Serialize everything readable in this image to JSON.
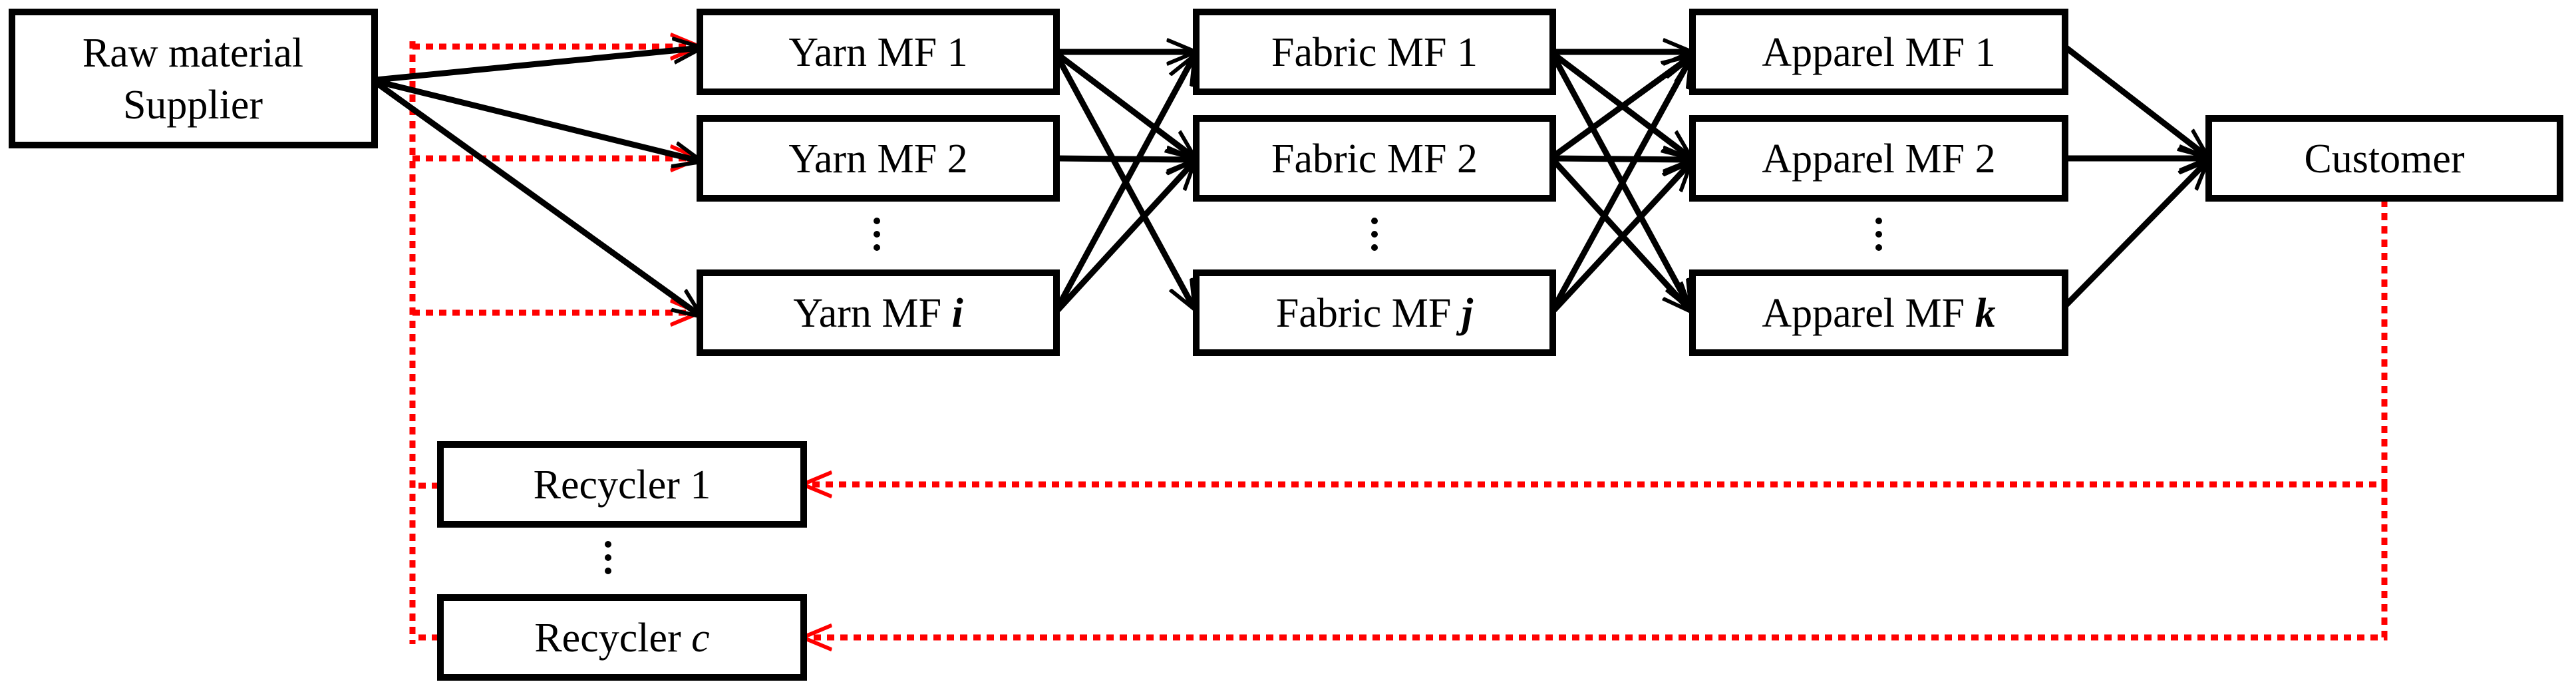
{
  "nodes": {
    "supplier": {
      "line1": "Raw material",
      "line2": "Supplier"
    },
    "yarn_1": {
      "label": "Yarn MF 1"
    },
    "yarn_2": {
      "label": "Yarn MF 2"
    },
    "yarn_i": {
      "label": "Yarn MF ",
      "symbol": "i"
    },
    "fabric_1": {
      "label": "Fabric MF 1"
    },
    "fabric_2": {
      "label": "Fabric MF 2"
    },
    "fabric_j": {
      "label": "Fabric MF ",
      "symbol": "j"
    },
    "apparel_1": {
      "label": "Apparel MF 1"
    },
    "apparel_2": {
      "label": "Apparel MF 2"
    },
    "apparel_k": {
      "label": "Apparel MF ",
      "symbol": "k"
    },
    "customer": {
      "label": "Customer"
    },
    "recycler_1": {
      "label": "Recycler 1"
    },
    "recycler_c": {
      "label": "Recycler ",
      "symbol": "c"
    }
  },
  "colors": {
    "forward_flow": "#000000",
    "reverse_flow": "#ff0000",
    "box_border": "#000000",
    "background": "#ffffff"
  },
  "legend_semantics": {
    "forward_flow_style": "solid",
    "reverse_flow_style": "dotted"
  }
}
